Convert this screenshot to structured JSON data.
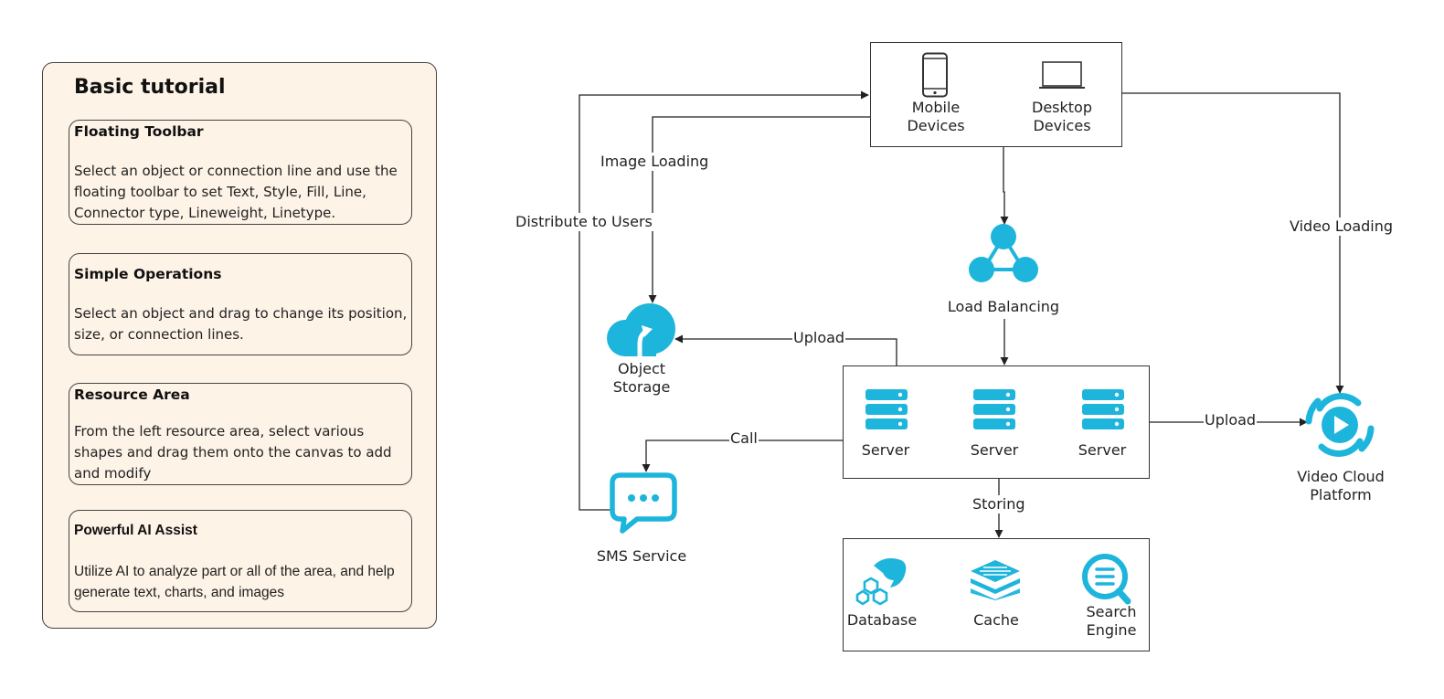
{
  "tutorial": {
    "title": "Basic tutorial",
    "cards": [
      {
        "heading": "Floating Toolbar",
        "body": "Select an object or connection line and use the floating toolbar to set Text, Style, Fill, Line, Connector type, Lineweight, Linetype."
      },
      {
        "heading": "Simple Operations",
        "body": "Select an object and drag to change its position, size, or connection lines."
      },
      {
        "heading": "Resource Area",
        "body": "From the left resource area, select various shapes and drag them onto the canvas to add and modify"
      },
      {
        "heading": "Powerful AI Assist",
        "body": "Utilize AI to analyze part or all of the area, and help generate text, charts, and images"
      }
    ]
  },
  "diagram": {
    "accent_color": "#1db5dc",
    "nodes": {
      "mobile": {
        "label": "Mobile Devices",
        "icon": "smartphone-icon"
      },
      "desktop": {
        "label": "Desktop Devices",
        "icon": "laptop-icon"
      },
      "load_balancing": {
        "label": "Load Balancing",
        "icon": "network-icon"
      },
      "object_storage": {
        "label": "Object Storage",
        "icon": "cloud-upload-icon"
      },
      "servers": [
        {
          "label": "Server",
          "icon": "server-icon"
        },
        {
          "label": "Server",
          "icon": "server-icon"
        },
        {
          "label": "Server",
          "icon": "server-icon"
        }
      ],
      "sms": {
        "label": "SMS Service",
        "icon": "chat-bubble-icon"
      },
      "video_cloud": {
        "label": "Video Cloud Platform",
        "icon": "video-play-icon"
      },
      "database": {
        "label": "Database",
        "icon": "dolphin-icon"
      },
      "cache": {
        "label": "Cache",
        "icon": "stack-icon"
      },
      "search": {
        "label": "Search Engine",
        "icon": "search-list-icon"
      }
    },
    "edges": {
      "image_loading": "Image Loading",
      "distribute": "Distribute to Users",
      "video_loading": "Video Loading",
      "upload_storage": "Upload",
      "upload_video": "Upload",
      "call": "Call",
      "storing": "Storing"
    }
  }
}
